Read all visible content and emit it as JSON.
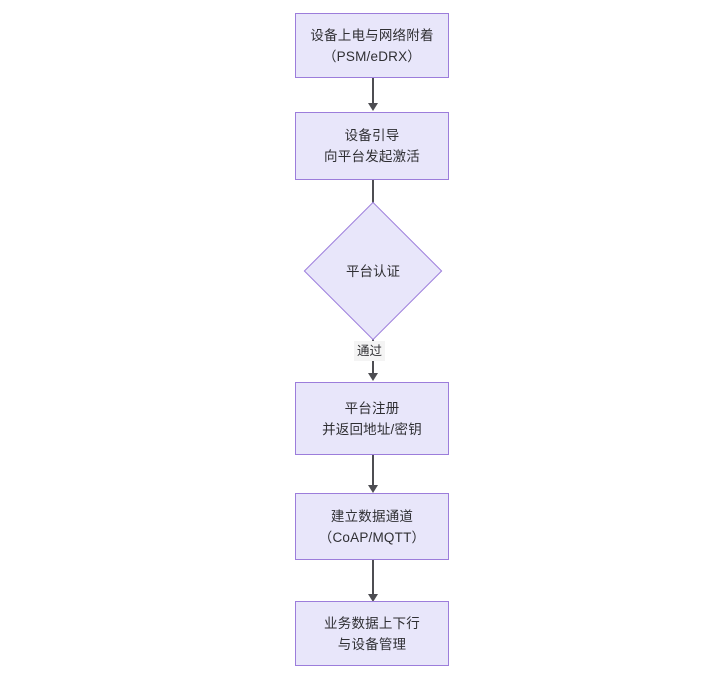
{
  "diagram": {
    "type": "flowchart",
    "orientation": "top-to-bottom",
    "title": "",
    "theme": {
      "node_fill": "#e8e6fa",
      "node_border": "#9c7ddb",
      "text_color": "#2f2f33",
      "connector_color": "#4d4d52",
      "edge_label_background": "#f4f4f4",
      "canvas_background": "#ffffff"
    },
    "nodes": [
      {
        "id": "n1",
        "shape": "rectangle",
        "line1": "设备上电与网络附着",
        "line2": "（PSM/eDRX）"
      },
      {
        "id": "n2",
        "shape": "rectangle",
        "line1": "设备引导",
        "line2": "向平台发起激活"
      },
      {
        "id": "n3",
        "shape": "diamond",
        "line1": "平台认证",
        "line2": ""
      },
      {
        "id": "n4",
        "shape": "rectangle",
        "line1": "平台注册",
        "line2": "并返回地址/密钥"
      },
      {
        "id": "n5",
        "shape": "rectangle",
        "line1": "建立数据通道",
        "line2": "（CoAP/MQTT）"
      },
      {
        "id": "n6",
        "shape": "rectangle",
        "line1": "业务数据上下行",
        "line2": "与设备管理"
      }
    ],
    "edges": [
      {
        "id": "e1",
        "from": "n1",
        "to": "n2",
        "label": ""
      },
      {
        "id": "e2",
        "from": "n2",
        "to": "n3",
        "label": ""
      },
      {
        "id": "e3",
        "from": "n3",
        "to": "n4",
        "label": "通过"
      },
      {
        "id": "e4",
        "from": "n4",
        "to": "n5",
        "label": ""
      },
      {
        "id": "e5",
        "from": "n5",
        "to": "n6",
        "label": ""
      }
    ]
  }
}
